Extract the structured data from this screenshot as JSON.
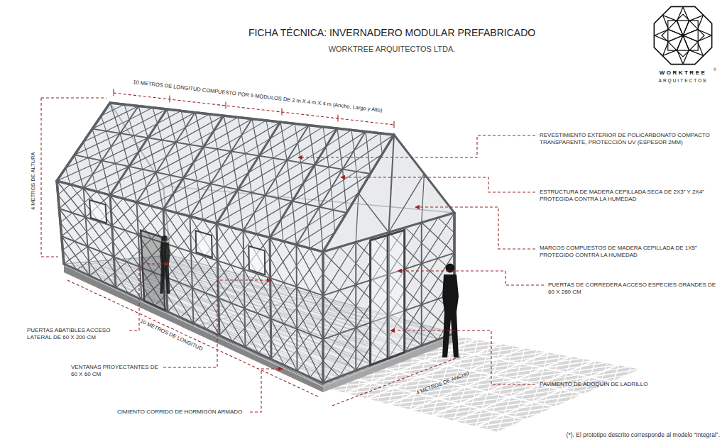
{
  "diagram": {
    "title": "FICHA TÉCNICA: INVERNADERO MODULAR PREFABRICADO",
    "caption": "(*). El prototipo descrito corresponde al modelo “Integral”.",
    "labels": [
      "WORKTREE ARQUITECTOS LTDA.",
      "WORKTREE",
      "®",
      "ARQUITECTOS",
      "10 METROS DE LONGITUD COMPUESTO POR 5 MÓDULOS DE 2 m X 4 m X 4 m (Ancho, Largo y Alto)",
      "4 METROS DE ALTURA",
      "REVESTIMIENTO EXTERIOR DE POLICARBONATO COMPACTO TRANSPARENTE, PROTECCIÓN UV (ESPESOR 2MM)",
      "ESTRUCTURA DE MADERA CEPILLADA SECA DE 2X3” Y 2X4” PROTEGIDA CONTRA LA HUMEDAD",
      "MARCOS COMPUESTOS DE MADERA CEPILLADA DE 1X5” PROTEGIDO CONTRA LA HUMEDAD",
      "PUERTAS DE CORREDERA ACCESO ESPECIES GRANDES DE 60 X 280 CM",
      "PAVIMENTO DE ADOQUIN DE LADRILLO",
      "4 METROS DE ANCHO",
      "10 METROS DE LONGITUD",
      "PUERTAS ABATIBLES ACCESO LATERAL DE 60 X 200 CM",
      "VENTANAS PROYECTANTES DE 60 X 60 CM",
      "CIMIENTO CORRIDO DE HORMIGÓN ARMADO"
    ]
  }
}
